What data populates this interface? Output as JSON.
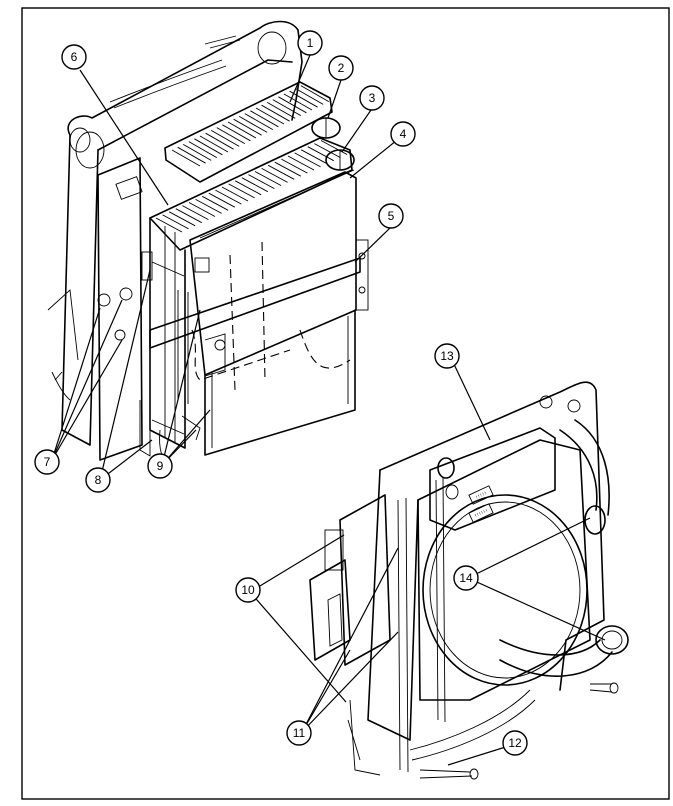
{
  "callouts": [
    {
      "id": "1",
      "label": "1"
    },
    {
      "id": "2",
      "label": "2"
    },
    {
      "id": "3",
      "label": "3"
    },
    {
      "id": "4",
      "label": "4"
    },
    {
      "id": "5",
      "label": "5"
    },
    {
      "id": "6",
      "label": "6"
    },
    {
      "id": "7",
      "label": "7"
    },
    {
      "id": "8",
      "label": "8"
    },
    {
      "id": "9",
      "label": "9"
    },
    {
      "id": "10",
      "label": "10"
    },
    {
      "id": "11",
      "label": "11"
    },
    {
      "id": "12",
      "label": "12"
    },
    {
      "id": "13",
      "label": "13"
    },
    {
      "id": "14",
      "label": "14"
    }
  ],
  "decal_text": {
    "line1": "!!!!!",
    "line2": "!!!!!!"
  }
}
